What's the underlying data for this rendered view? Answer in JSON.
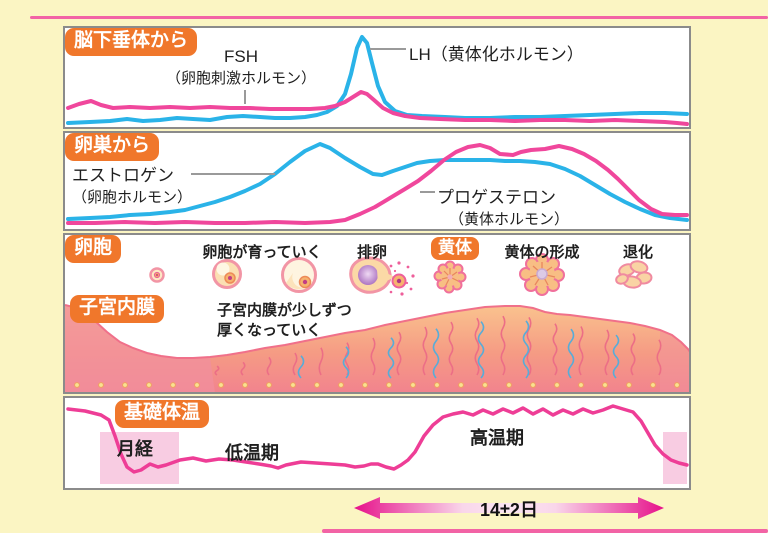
{
  "colors": {
    "background": "#FBF5C3",
    "panel_border": "#8b8b8b",
    "section_label_orange": "#F0772B",
    "curve_blue": "#2AB3E8",
    "curve_pink": "#F0479C",
    "shade_pink": "#F8CCE2",
    "arrow_magenta": "#E6118A"
  },
  "panels": {
    "pituitary": {
      "label": "脳下垂体から",
      "fsh_label": "FSH",
      "fsh_sub": "（卵胞刺激ホルモン）",
      "lh_label": "LH（黄体化ホルモン）",
      "curves": {
        "lh_blue": [
          [
            3,
            95
          ],
          [
            25,
            94
          ],
          [
            45,
            93
          ],
          [
            62,
            91
          ],
          [
            78,
            93
          ],
          [
            95,
            92
          ],
          [
            112,
            90
          ],
          [
            128,
            91
          ],
          [
            145,
            92
          ],
          [
            162,
            89
          ],
          [
            178,
            88
          ],
          [
            195,
            89
          ],
          [
            210,
            90
          ],
          [
            225,
            90
          ],
          [
            240,
            89
          ],
          [
            252,
            87
          ],
          [
            262,
            84
          ],
          [
            272,
            78
          ],
          [
            280,
            66
          ],
          [
            286,
            46
          ],
          [
            292,
            20
          ],
          [
            297,
            9
          ],
          [
            302,
            15
          ],
          [
            307,
            35
          ],
          [
            313,
            58
          ],
          [
            320,
            74
          ],
          [
            330,
            83
          ],
          [
            342,
            87
          ],
          [
            357,
            88
          ],
          [
            380,
            89
          ],
          [
            400,
            90
          ],
          [
            425,
            90
          ],
          [
            450,
            89
          ],
          [
            475,
            89
          ],
          [
            500,
            88
          ],
          [
            525,
            87
          ],
          [
            550,
            86
          ],
          [
            575,
            85
          ],
          [
            600,
            85
          ],
          [
            622,
            86
          ]
        ],
        "fsh_pink": [
          [
            3,
            80
          ],
          [
            14,
            76
          ],
          [
            26,
            73
          ],
          [
            36,
            77
          ],
          [
            48,
            80
          ],
          [
            65,
            79
          ],
          [
            85,
            80
          ],
          [
            105,
            79
          ],
          [
            125,
            80
          ],
          [
            145,
            79
          ],
          [
            165,
            80
          ],
          [
            185,
            80
          ],
          [
            205,
            81
          ],
          [
            225,
            81
          ],
          [
            245,
            81
          ],
          [
            260,
            80
          ],
          [
            270,
            78
          ],
          [
            280,
            74
          ],
          [
            288,
            69
          ],
          [
            296,
            64
          ],
          [
            302,
            66
          ],
          [
            309,
            72
          ],
          [
            318,
            80
          ],
          [
            328,
            85
          ],
          [
            340,
            88
          ],
          [
            355,
            90
          ],
          [
            375,
            91
          ],
          [
            400,
            92
          ],
          [
            425,
            92
          ],
          [
            450,
            93
          ],
          [
            475,
            92
          ],
          [
            500,
            92
          ],
          [
            525,
            93
          ],
          [
            550,
            92
          ],
          [
            575,
            93
          ],
          [
            600,
            94
          ],
          [
            612,
            95
          ],
          [
            622,
            96
          ]
        ]
      }
    },
    "ovary": {
      "label": "卵巣から",
      "estrogen_label": "エストロゲン",
      "estrogen_sub": "（卵胞ホルモン）",
      "progesterone_label": "プロゲステロン",
      "progesterone_sub": "（黄体ホルモン）",
      "curves": {
        "estrogen_blue": [
          [
            3,
            86
          ],
          [
            25,
            85
          ],
          [
            45,
            84
          ],
          [
            65,
            82
          ],
          [
            85,
            81
          ],
          [
            105,
            79
          ],
          [
            120,
            77
          ],
          [
            135,
            73
          ],
          [
            150,
            69
          ],
          [
            165,
            64
          ],
          [
            180,
            58
          ],
          [
            195,
            51
          ],
          [
            210,
            41
          ],
          [
            225,
            29
          ],
          [
            240,
            18
          ],
          [
            255,
            11
          ],
          [
            265,
            15
          ],
          [
            280,
            25
          ],
          [
            295,
            34
          ],
          [
            308,
            41
          ],
          [
            317,
            42
          ],
          [
            328,
            38
          ],
          [
            340,
            34
          ],
          [
            352,
            30
          ],
          [
            365,
            28
          ],
          [
            380,
            27
          ],
          [
            395,
            27
          ],
          [
            410,
            27
          ],
          [
            425,
            27
          ],
          [
            440,
            28
          ],
          [
            455,
            28
          ],
          [
            470,
            29
          ],
          [
            485,
            31
          ],
          [
            500,
            36
          ],
          [
            515,
            43
          ],
          [
            530,
            52
          ],
          [
            545,
            61
          ],
          [
            560,
            69
          ],
          [
            575,
            76
          ],
          [
            590,
            82
          ],
          [
            605,
            85
          ],
          [
            622,
            87
          ]
        ],
        "progesterone_pink": [
          [
            3,
            90
          ],
          [
            30,
            90
          ],
          [
            60,
            89
          ],
          [
            90,
            90
          ],
          [
            120,
            89
          ],
          [
            150,
            90
          ],
          [
            180,
            90
          ],
          [
            210,
            89
          ],
          [
            240,
            90
          ],
          [
            265,
            89
          ],
          [
            280,
            87
          ],
          [
            295,
            81
          ],
          [
            310,
            74
          ],
          [
            325,
            65
          ],
          [
            340,
            56
          ],
          [
            353,
            48
          ],
          [
            366,
            38
          ],
          [
            379,
            27
          ],
          [
            391,
            19
          ],
          [
            403,
            14
          ],
          [
            415,
            12
          ],
          [
            425,
            15
          ],
          [
            435,
            21
          ],
          [
            448,
            22
          ],
          [
            456,
            19
          ],
          [
            466,
            17
          ],
          [
            480,
            16
          ],
          [
            494,
            13
          ],
          [
            507,
            16
          ],
          [
            519,
            21
          ],
          [
            531,
            28
          ],
          [
            543,
            37
          ],
          [
            553,
            46
          ],
          [
            564,
            57
          ],
          [
            574,
            67
          ],
          [
            586,
            76
          ],
          [
            597,
            81
          ],
          [
            610,
            82
          ],
          [
            622,
            82
          ]
        ]
      }
    },
    "follicle": {
      "label": "卵胞",
      "grow_label": "卵胞が育っていく",
      "ovulation_label": "排卵",
      "corpus_label": "黄体",
      "formation_label": "黄体の形成",
      "degeneration_label": "退化"
    },
    "endometrium": {
      "label": "子宮内膜",
      "note_line1": "子宮内膜が少しずつ",
      "note_line2": "厚くなっていく",
      "surface": [
        [
          0,
          70
        ],
        [
          8,
          72
        ],
        [
          18,
          77
        ],
        [
          30,
          86
        ],
        [
          42,
          97
        ],
        [
          55,
          107
        ],
        [
          68,
          113
        ],
        [
          82,
          118
        ],
        [
          96,
          121
        ],
        [
          112,
          123
        ],
        [
          128,
          123
        ],
        [
          145,
          122
        ],
        [
          162,
          120
        ],
        [
          180,
          117
        ],
        [
          200,
          113
        ],
        [
          220,
          110
        ],
        [
          240,
          106
        ],
        [
          260,
          102
        ],
        [
          280,
          98
        ],
        [
          300,
          95
        ],
        [
          320,
          90
        ],
        [
          340,
          86
        ],
        [
          360,
          82
        ],
        [
          380,
          78
        ],
        [
          400,
          75
        ],
        [
          420,
          72
        ],
        [
          440,
          71
        ],
        [
          455,
          71
        ],
        [
          468,
          73
        ],
        [
          480,
          77
        ],
        [
          492,
          79
        ],
        [
          505,
          80
        ],
        [
          520,
          82
        ],
        [
          535,
          84
        ],
        [
          550,
          86
        ],
        [
          565,
          88
        ],
        [
          580,
          91
        ],
        [
          595,
          95
        ],
        [
          607,
          100
        ],
        [
          616,
          107
        ],
        [
          623,
          114
        ],
        [
          627,
          120
        ]
      ]
    },
    "temperature": {
      "label": "基礎体温",
      "menstruation_label": "月経",
      "low_phase_label": "低温期",
      "high_phase_label": "高温期",
      "curve": [
        [
          3,
          11
        ],
        [
          20,
          13
        ],
        [
          36,
          17
        ],
        [
          44,
          22
        ],
        [
          50,
          38
        ],
        [
          56,
          56
        ],
        [
          62,
          69
        ],
        [
          69,
          74
        ],
        [
          76,
          72
        ],
        [
          85,
          66
        ],
        [
          93,
          69
        ],
        [
          101,
          67
        ],
        [
          115,
          62
        ],
        [
          128,
          60
        ],
        [
          141,
          63
        ],
        [
          154,
          61
        ],
        [
          168,
          62
        ],
        [
          181,
          64
        ],
        [
          194,
          66
        ],
        [
          206,
          68
        ],
        [
          213,
          70
        ],
        [
          221,
          67
        ],
        [
          236,
          64
        ],
        [
          251,
          65
        ],
        [
          266,
          66
        ],
        [
          280,
          67
        ],
        [
          290,
          69
        ],
        [
          299,
          68
        ],
        [
          306,
          66
        ],
        [
          313,
          66
        ],
        [
          321,
          69
        ],
        [
          329,
          71
        ],
        [
          336,
          67
        ],
        [
          343,
          62
        ],
        [
          350,
          54
        ],
        [
          359,
          38
        ],
        [
          368,
          27
        ],
        [
          378,
          19
        ],
        [
          388,
          16
        ],
        [
          398,
          14
        ],
        [
          408,
          17
        ],
        [
          418,
          12
        ],
        [
          428,
          16
        ],
        [
          438,
          11
        ],
        [
          448,
          15
        ],
        [
          458,
          10
        ],
        [
          468,
          16
        ],
        [
          478,
          11
        ],
        [
          488,
          17
        ],
        [
          498,
          12
        ],
        [
          508,
          16
        ],
        [
          518,
          11
        ],
        [
          528,
          15
        ],
        [
          538,
          12
        ],
        [
          548,
          8
        ],
        [
          558,
          11
        ],
        [
          568,
          14
        ],
        [
          576,
          23
        ],
        [
          583,
          35
        ],
        [
          590,
          47
        ],
        [
          598,
          56
        ],
        [
          606,
          62
        ],
        [
          614,
          65
        ],
        [
          622,
          67
        ]
      ]
    }
  },
  "arrow": {
    "label": "14±2日"
  }
}
